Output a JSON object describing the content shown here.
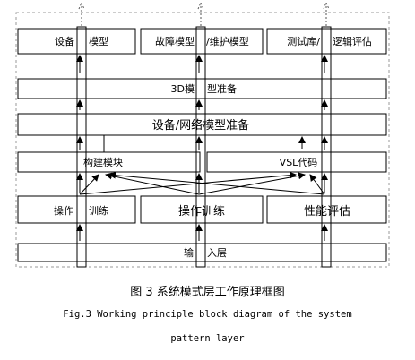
{
  "diagram": {
    "top_row": {
      "device_model_a": "设备",
      "device_model_b": "模型",
      "fault_maintenance_a": "故障模型",
      "fault_maintenance_b": "/维护模型",
      "test_logic_a": "测试库/",
      "test_logic_b": "逻辑评估"
    },
    "model_prep_3d_a": "3D模",
    "model_prep_3d_b": "型准备",
    "equipment_network_model_prep": "设备/网络模型准备",
    "build_module": "构建模块",
    "vsl_code": "VSL代码",
    "operation_training_left_a": "操作",
    "operation_training_left_b": "训练",
    "operation_training_center": "操作训练",
    "performance_evaluation": "性能评估",
    "input_layer_a": "输",
    "input_layer_b": "入层"
  },
  "caption": {
    "zh": "图 3  系统模式层工作原理框图",
    "en_line1": "Fig.3 Working principle block diagram of the system",
    "en_line2": "pattern layer"
  },
  "colors": {
    "stroke": "#000000",
    "dashed": "#999999",
    "background": "#ffffff"
  }
}
